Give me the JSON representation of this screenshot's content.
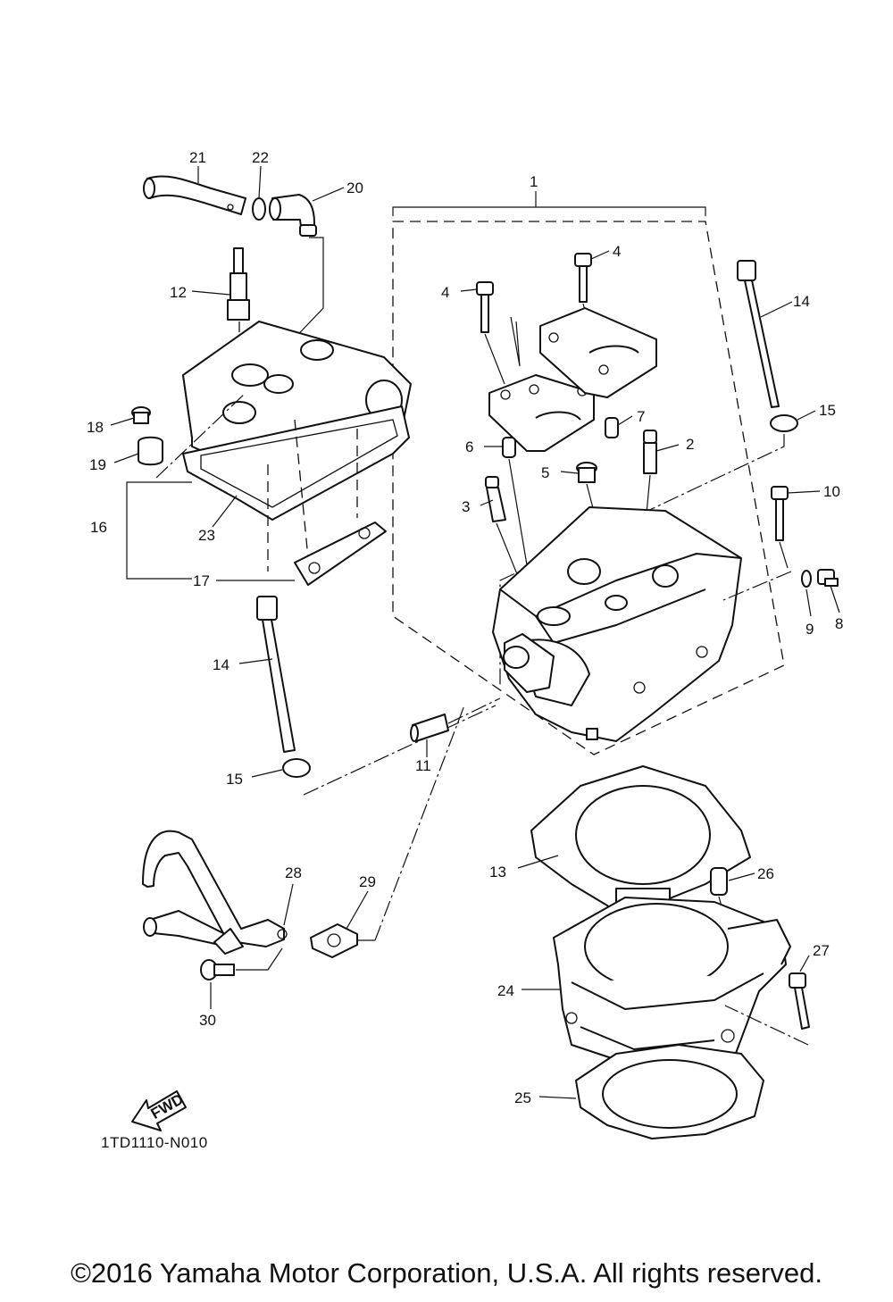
{
  "diagram": {
    "code": "1TD1110-N010",
    "copyright": "©2016 Yamaha Motor Corporation, U.S.A. All rights reserved.",
    "fwd_label": "FWD",
    "callouts": [
      {
        "id": "c1",
        "text": "1"
      },
      {
        "id": "c2",
        "text": "2"
      },
      {
        "id": "c3",
        "text": "3"
      },
      {
        "id": "c4a",
        "text": "4"
      },
      {
        "id": "c4b",
        "text": "4"
      },
      {
        "id": "c5",
        "text": "5"
      },
      {
        "id": "c6",
        "text": "6"
      },
      {
        "id": "c7",
        "text": "7"
      },
      {
        "id": "c8",
        "text": "8"
      },
      {
        "id": "c9",
        "text": "9"
      },
      {
        "id": "c10",
        "text": "10"
      },
      {
        "id": "c11",
        "text": "11"
      },
      {
        "id": "c12",
        "text": "12"
      },
      {
        "id": "c13",
        "text": "13"
      },
      {
        "id": "c14a",
        "text": "14"
      },
      {
        "id": "c14b",
        "text": "14"
      },
      {
        "id": "c15a",
        "text": "15"
      },
      {
        "id": "c15b",
        "text": "15"
      },
      {
        "id": "c16",
        "text": "16"
      },
      {
        "id": "c17",
        "text": "17"
      },
      {
        "id": "c18",
        "text": "18"
      },
      {
        "id": "c19",
        "text": "19"
      },
      {
        "id": "c20",
        "text": "20"
      },
      {
        "id": "c21",
        "text": "21"
      },
      {
        "id": "c22",
        "text": "22"
      },
      {
        "id": "c23",
        "text": "23"
      },
      {
        "id": "c24",
        "text": "24"
      },
      {
        "id": "c25",
        "text": "25"
      },
      {
        "id": "c26",
        "text": "26"
      },
      {
        "id": "c27",
        "text": "27"
      },
      {
        "id": "c28",
        "text": "28"
      },
      {
        "id": "c29",
        "text": "29"
      },
      {
        "id": "c30",
        "text": "30"
      }
    ]
  }
}
